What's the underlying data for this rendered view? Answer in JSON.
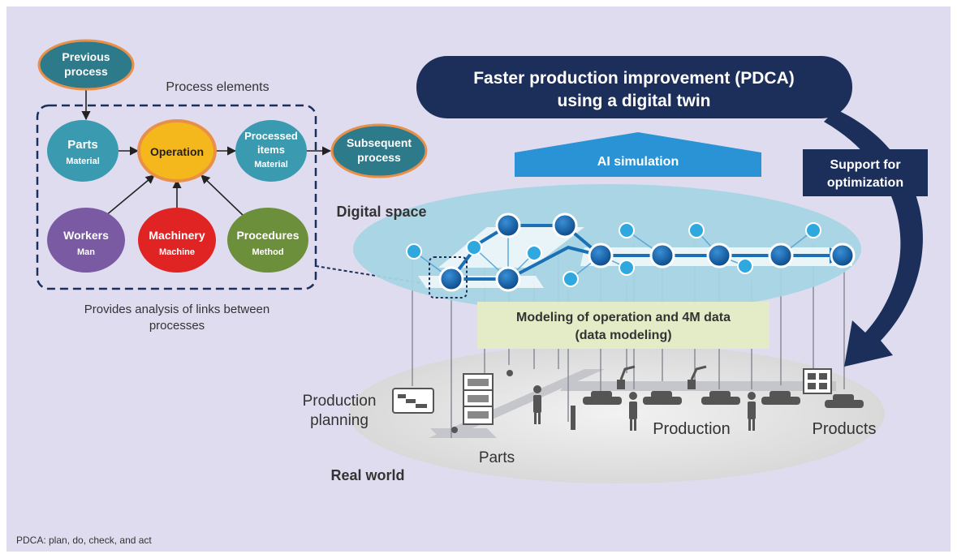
{
  "process": {
    "title": "Process elements",
    "previous": [
      "Previous",
      "process"
    ],
    "parts": "Parts",
    "parts_sub": "Material",
    "operation": "Operation",
    "processed": [
      "Processed",
      "items"
    ],
    "processed_sub": "Material",
    "subsequent": [
      "Subsequent",
      "process"
    ],
    "workers": "Workers",
    "workers_sub": "Man",
    "machinery": "Machinery",
    "machinery_sub": "Machine",
    "procedures": "Procedures",
    "procedures_sub": "Method",
    "caption": [
      "Provides analysis of links between",
      "processes"
    ]
  },
  "banner": {
    "line1": "Faster production improvement (PDCA)",
    "line2": "using a digital twin"
  },
  "ai_simulation": "AI simulation",
  "support": [
    "Support for",
    "optimization"
  ],
  "digital_space": "Digital space",
  "modeling": [
    "Modeling of operation and 4M data",
    "(data modeling)"
  ],
  "real_world": {
    "title": "Real world",
    "planning": [
      "Production",
      "planning"
    ],
    "parts": "Parts",
    "production": "Production",
    "products": "Products"
  },
  "footnote": "PDCA: plan, do, check, and act",
  "colors": {
    "background": "#e0dcef",
    "teal": "#3a9bb0",
    "dark_teal": "#2c7a8a",
    "operation": "#f4b71c",
    "orange_border": "#e8904a",
    "workers": "#7a5ba3",
    "machinery": "#e02424",
    "procedures": "#6c8f3b",
    "navy": "#1c2f5b",
    "ai_blue": "#2a93d5",
    "node_blue": "#1a6fb5",
    "small_node": "#2ea8df",
    "modeling_green": "#e3ecc6"
  }
}
